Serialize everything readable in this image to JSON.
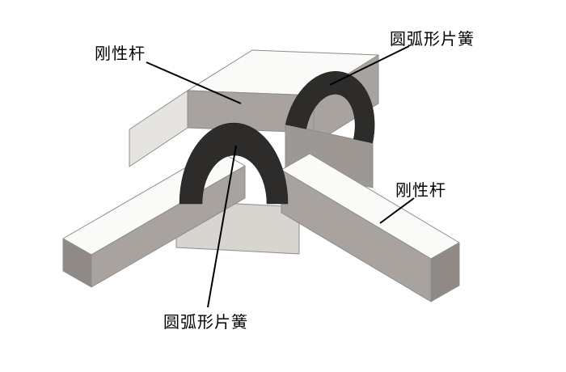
{
  "figure": {
    "description": "isometric-cad-illustration-of-compliant-mechanism",
    "background": "#ffffff"
  },
  "palette": {
    "top_face": "#fafaf9",
    "side_face": "#a8a39e",
    "cap_face": "#8f8a85",
    "step_face": "#e6e4e1",
    "base_plate": "#d8d5d1",
    "riser_face": "#9d9893",
    "spring_dark": "#2e2c2a",
    "leader": "#000000",
    "label_color": "#000000"
  },
  "labels": {
    "rigid_rod_top": "刚性杆",
    "arc_spring_top": "圆弧形片簧",
    "rigid_rod_right": "刚性杆",
    "arc_spring_bottom": "圆弧形片簧"
  }
}
